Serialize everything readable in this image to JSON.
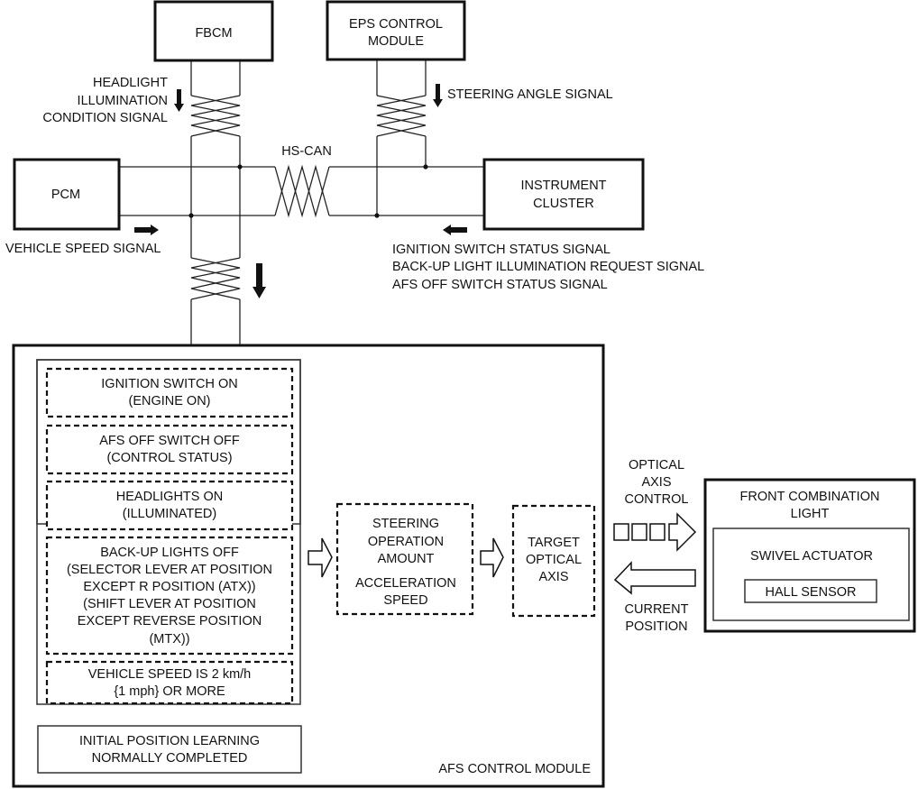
{
  "modules": {
    "fbcm": "FBCM",
    "eps": [
      "EPS CONTROL",
      "MODULE"
    ],
    "pcm": "PCM",
    "instrument_cluster": [
      "INSTRUMENT",
      "CLUSTER"
    ],
    "afs_control_module": "AFS CONTROL MODULE",
    "front_combination_light": [
      "FRONT COMBINATION",
      "LIGHT"
    ],
    "swivel_actuator": "SWIVEL ACTUATOR",
    "hall_sensor": "HALL SENSOR"
  },
  "bus": {
    "label": "HS-CAN"
  },
  "signals": {
    "headlight": [
      "HEADLIGHT",
      "ILLUMINATION",
      "CONDITION SIGNAL"
    ],
    "steering_angle": "STEERING ANGLE SIGNAL",
    "vehicle_speed": "VEHICLE SPEED SIGNAL",
    "instrument_cluster": [
      "IGNITION SWITCH STATUS SIGNAL",
      "BACK-UP LIGHT ILLUMINATION REQUEST SIGNAL",
      "AFS OFF SWITCH STATUS SIGNAL"
    ]
  },
  "conditions": [
    {
      "lines": [
        "IGNITION SWITCH ON",
        "(ENGINE ON)"
      ]
    },
    {
      "lines": [
        "AFS OFF SWITCH OFF",
        "(CONTROL STATUS)"
      ]
    },
    {
      "lines": [
        "HEADLIGHTS ON",
        "(ILLUMINATED)"
      ]
    },
    {
      "lines": [
        "BACK-UP LIGHTS OFF",
        "(SELECTOR LEVER AT POSITION",
        "EXCEPT R POSITION (ATX))",
        "(SHIFT LEVER AT POSITION",
        "EXCEPT REVERSE POSITION",
        "(MTX))"
      ]
    },
    {
      "lines": [
        "VEHICLE SPEED IS 2 km/h",
        "{1 mph} OR MORE"
      ]
    }
  ],
  "initial_learning": [
    "INITIAL POSITION LEARNING",
    "NORMALLY COMPLETED"
  ],
  "processing": {
    "steering": [
      "STEERING",
      "OPERATION",
      "AMOUNT"
    ],
    "acceleration": [
      "ACCELERATION",
      "SPEED"
    ],
    "target": [
      "TARGET",
      "OPTICAL",
      "AXIS"
    ]
  },
  "outputs": {
    "optical_axis_control": [
      "OPTICAL",
      "AXIS",
      "CONTROL"
    ],
    "current_position": [
      "CURRENT",
      "POSITION"
    ]
  }
}
